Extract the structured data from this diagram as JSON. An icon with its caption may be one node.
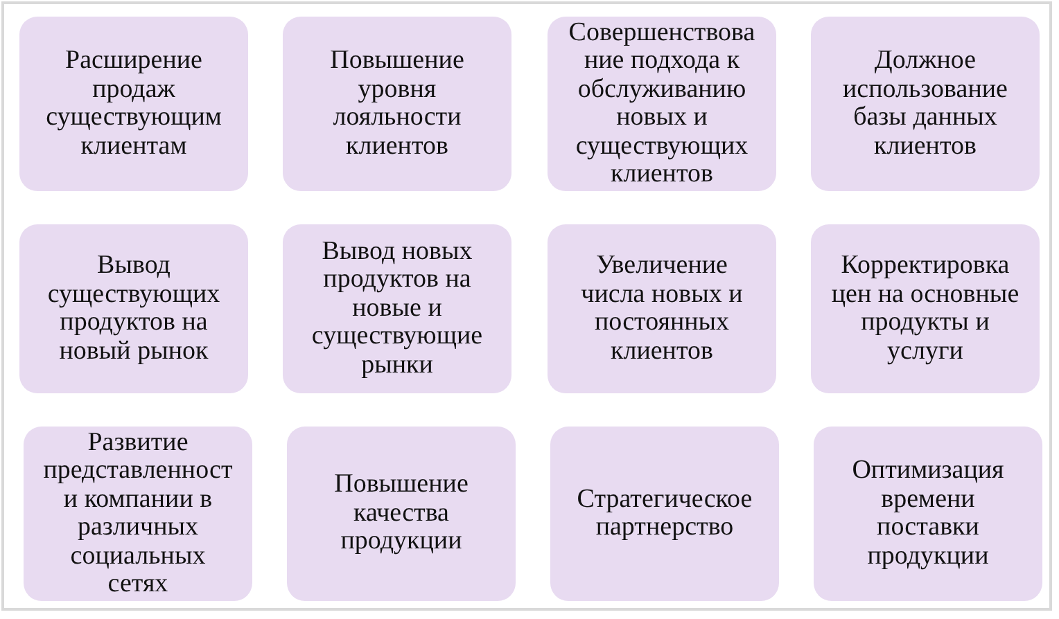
{
  "diagram": {
    "nodes": [
      {
        "text": [
          "Расширение продаж существующим клиентам"
        ]
      },
      {
        "text": [
          "Повышение уровня лояльности клиентов"
        ]
      },
      {
        "text": [
          "Совершенствование подхода к обслуживанию новых и существующих клиентов"
        ]
      },
      {
        "text": [
          "Должное использование базы данных клиентов"
        ]
      },
      {
        "text": [
          "Вывод существующих продуктов на новый рынок"
        ]
      },
      {
        "text": [
          "Вывод новых продуктов на новые и существующие рынки"
        ]
      },
      {
        "text": [
          "Увеличение числа новых и постоянных клиентов"
        ]
      },
      {
        "text": [
          "Корректировка цен на основные продукты и услуги"
        ]
      },
      {
        "text": [
          "Развитие представленности компании в различных социальных сетях"
        ]
      },
      {
        "text": [
          "Повышение качества продукции"
        ]
      },
      {
        "text": [
          "Стратегическое партнерство"
        ]
      },
      {
        "text": [
          "Оптимизация времени поставки продукции"
        ]
      }
    ]
  }
}
